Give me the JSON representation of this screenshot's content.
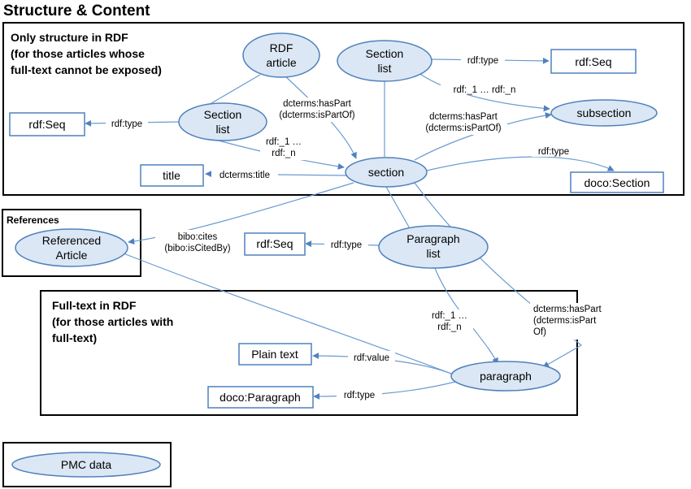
{
  "title": "Structure & Content",
  "groups": {
    "structure": [
      "Only structure in RDF",
      "(for those articles whose",
      "full-text cannot be exposed)"
    ],
    "references": [
      "References"
    ],
    "fulltext": [
      "Full-text in RDF",
      "(for those articles with",
      "full-text)"
    ]
  },
  "nodes": {
    "rdf_article": [
      "RDF",
      "article"
    ],
    "section_list_top": [
      "Section",
      "list"
    ],
    "section_list_left": [
      "Section",
      "list"
    ],
    "rdfseq_top": [
      "rdf:Seq"
    ],
    "rdfseq_left": [
      "rdf:Seq"
    ],
    "subsection": [
      "subsection"
    ],
    "section": [
      "section"
    ],
    "title": [
      "title"
    ],
    "doco_section": [
      "doco:Section"
    ],
    "referenced_article": [
      "Referenced",
      "Article"
    ],
    "rdfseq_mid": [
      "rdf:Seq"
    ],
    "paragraph_list": [
      "Paragraph",
      "list"
    ],
    "plain_text": [
      "Plain text"
    ],
    "paragraph": [
      "paragraph"
    ],
    "doco_paragraph": [
      "doco:Paragraph"
    ]
  },
  "edge_labels": {
    "top_type": [
      "rdf:type"
    ],
    "top_members": [
      "rdf:_1 … rdf:_n"
    ],
    "article_haspart": [
      "dcterms:hasPart",
      "(dcterms:isPartOf)"
    ],
    "left_type": [
      "rdf:type"
    ],
    "left_members": [
      "rdf:_1 …",
      "rdf:_n"
    ],
    "section_haspart": [
      "dcterms:hasPart",
      "(dcterms:isPartOf)"
    ],
    "section_type": [
      "rdf:type"
    ],
    "section_title": [
      "dcterms:title"
    ],
    "cites": [
      "bibo:cites",
      "(bibo:isCitedBy)"
    ],
    "para_list_type": [
      "rdf:type"
    ],
    "para_members": [
      "rdf:_1 …",
      "rdf:_n"
    ],
    "para_haspart": [
      "dcterms:hasPart",
      "(dcterms:isPart",
      "Of)"
    ],
    "para_value": [
      "rdf:value"
    ],
    "para_type": [
      "rdf:type"
    ]
  },
  "legend": {
    "label": [
      "PMC data"
    ]
  }
}
